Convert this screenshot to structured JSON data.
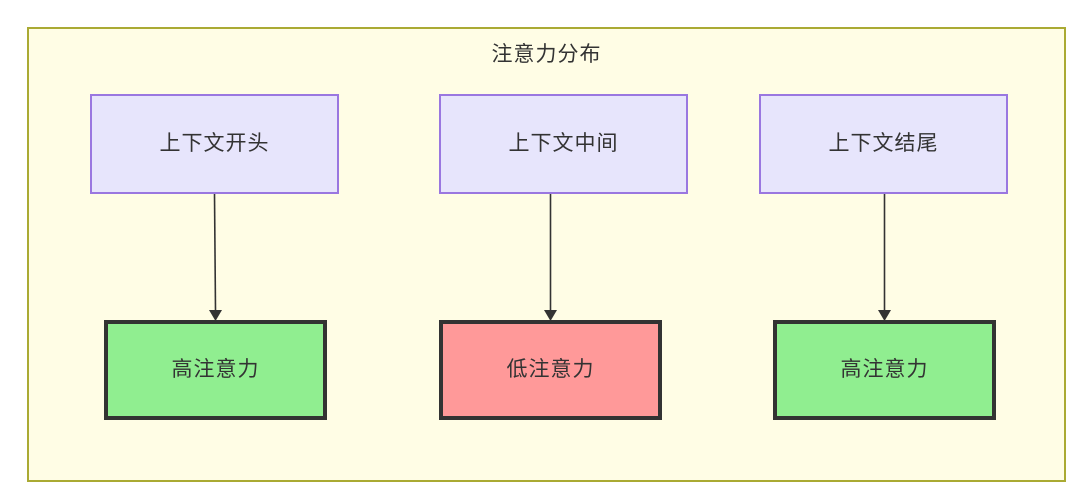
{
  "diagram": {
    "title": "注意力分布",
    "colors": {
      "frame_fill": "#fffde5",
      "frame_border": "#aaaa33",
      "context_fill": "#e7e5fc",
      "context_border": "#9a77e0",
      "high_attention_fill": "#90ee90",
      "low_attention_fill": "#ff9999",
      "node_border": "#333333",
      "text": "#333333",
      "edge": "#333333"
    },
    "columns": [
      {
        "context": {
          "label": "上下文开头"
        },
        "attention": {
          "label": "高注意力",
          "level": "high"
        }
      },
      {
        "context": {
          "label": "上下文中间"
        },
        "attention": {
          "label": "低注意力",
          "level": "low"
        }
      },
      {
        "context": {
          "label": "上下文结尾"
        },
        "attention": {
          "label": "高注意力",
          "level": "high"
        }
      }
    ]
  }
}
